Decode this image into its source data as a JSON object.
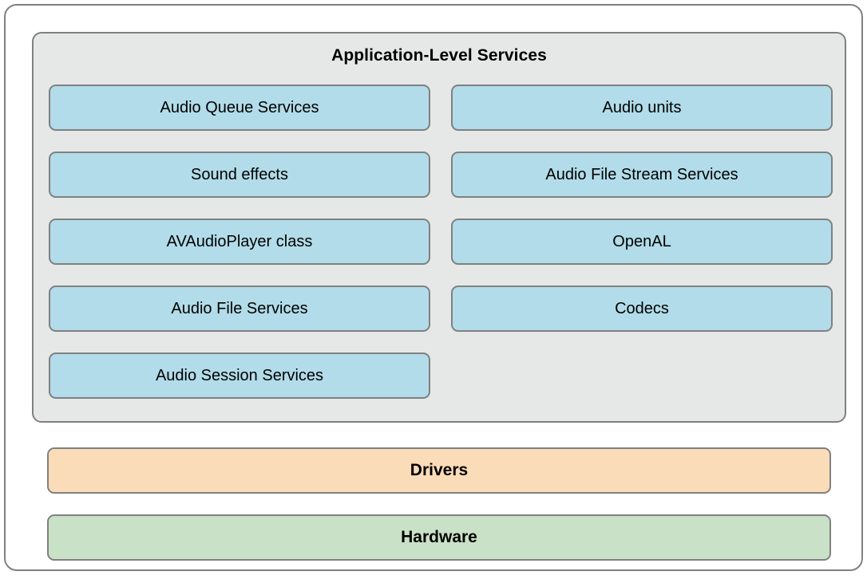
{
  "diagram": {
    "title": "Application-Level Services",
    "colors": {
      "outer_border": "#808080",
      "panel_background": "#e6e7e7",
      "service_box": "#b2dce9",
      "drivers_bar": "#fbdcb8",
      "hardware_bar": "#c9e1c6",
      "box_border": "#808080",
      "text": "#000000"
    },
    "rows": [
      {
        "left": "Audio Queue Services",
        "right": "Audio units"
      },
      {
        "left": "Sound effects",
        "right": "Audio File Stream Services"
      },
      {
        "left": "AVAudioPlayer class",
        "right": "OpenAL"
      },
      {
        "left": "Audio File Services",
        "right": "Codecs"
      },
      {
        "left": "Audio Session Services",
        "right": ""
      }
    ],
    "layers": [
      {
        "label": "Drivers"
      },
      {
        "label": "Hardware"
      }
    ]
  }
}
